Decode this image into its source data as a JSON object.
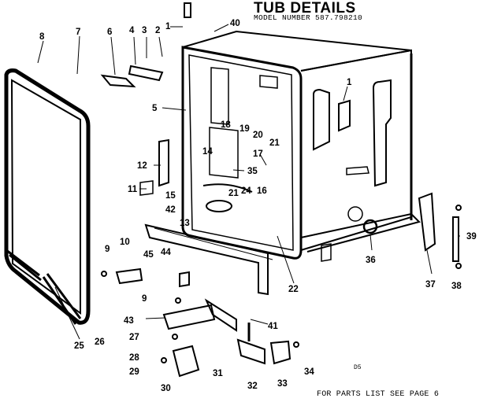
{
  "header": {
    "title": "TUB DETAILS",
    "model": "MODEL NUMBER 587.798210"
  },
  "footer": {
    "parts_note": "FOR PARTS LIST SEE PAGE 6",
    "drawing_code": "D5"
  },
  "colors": {
    "ink": "#000000",
    "paper": "#ffffff"
  },
  "part_numbers": [
    "1",
    "2",
    "3",
    "4",
    "5",
    "6",
    "7",
    "8",
    "9",
    "10",
    "11",
    "12",
    "13",
    "14",
    "15",
    "16",
    "17",
    "18",
    "19",
    "20",
    "21",
    "22",
    "24",
    "25",
    "26",
    "27",
    "28",
    "29",
    "30",
    "31",
    "32",
    "33",
    "34",
    "35",
    "36",
    "37",
    "38",
    "39",
    "40",
    "41",
    "42",
    "43",
    "44",
    "45"
  ]
}
